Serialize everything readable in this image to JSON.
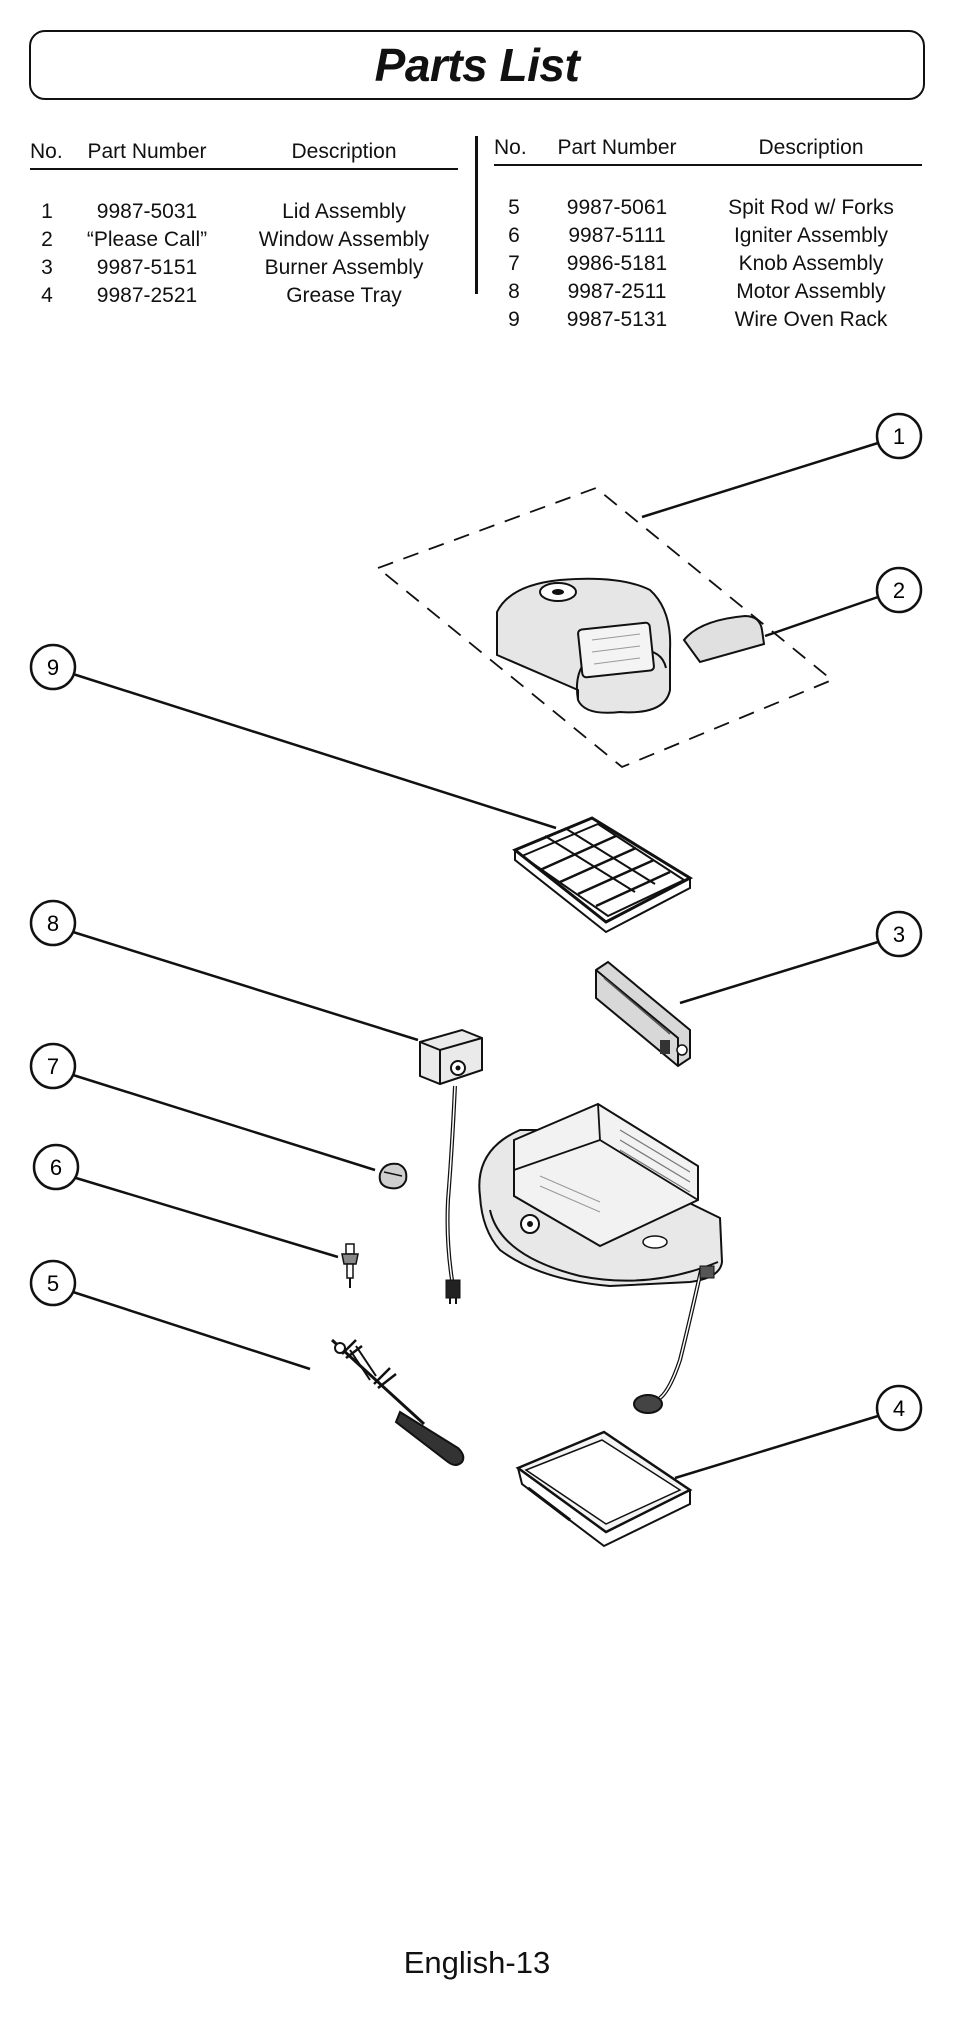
{
  "title": "Parts List",
  "columns": [
    "No.",
    "Part Number",
    "Description"
  ],
  "parts_left": [
    {
      "no": "1",
      "part_number": "9987-5031",
      "description": "Lid Assembly"
    },
    {
      "no": "2",
      "part_number": "“Please Call”",
      "description": "Window Assembly"
    },
    {
      "no": "3",
      "part_number": "9987-5151",
      "description": "Burner Assembly"
    },
    {
      "no": "4",
      "part_number": "9987-2521",
      "description": "Grease Tray"
    }
  ],
  "parts_right": [
    {
      "no": "5",
      "part_number": "9987-5061",
      "description": "Spit Rod w/ Forks"
    },
    {
      "no": "6",
      "part_number": "9987-5111",
      "description": "Igniter Assembly"
    },
    {
      "no": "7",
      "part_number": "9986-5181",
      "description": "Knob Assembly"
    },
    {
      "no": "8",
      "part_number": "9987-2511",
      "description": "Motor Assembly"
    },
    {
      "no": "9",
      "part_number": "9987-5131",
      "description": "Wire Oven Rack"
    }
  ],
  "callouts": [
    "1",
    "2",
    "3",
    "4",
    "5",
    "6",
    "7",
    "8",
    "9"
  ],
  "footer": "English-13"
}
